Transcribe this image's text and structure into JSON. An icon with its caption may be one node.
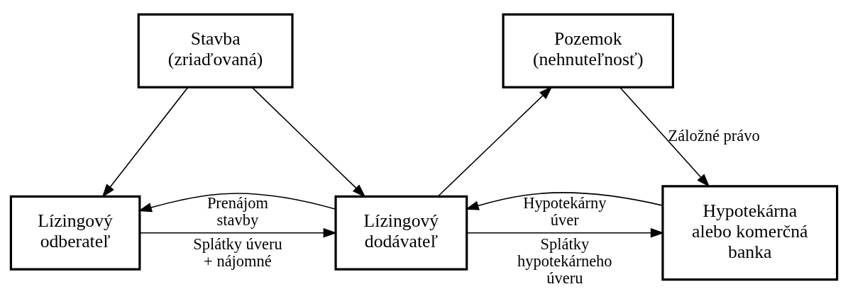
{
  "diagram": {
    "nodes": [
      {
        "text": [
          "Lízingový odberateľ"
        ]
      },
      {
        "text": [
          "Lízingový dodávateľ"
        ]
      },
      {
        "text": [
          "Hypotekárna alebo komerčná banka"
        ]
      },
      {
        "text": [
          "Stavba (zriaďovaná)"
        ]
      },
      {
        "text": [
          "Pozemok (nehnuteľnosť)"
        ]
      }
    ],
    "edges": [
      {
        "from": 1,
        "to": 0,
        "arrow": "to",
        "label": "Prenájom stavby"
      },
      {
        "from": 0,
        "to": 1,
        "arrow": "to",
        "label": "Splátky úveru + nájomné"
      },
      {
        "from": 2,
        "to": 1,
        "arrow": "to",
        "label": "Hypotekárny úver"
      },
      {
        "from": 1,
        "to": 2,
        "arrow": "to",
        "label": "Splátky hypotekárneho úveru"
      },
      {
        "from": 3,
        "to": 0,
        "arrow": "to"
      },
      {
        "from": 3,
        "to": 1,
        "arrow": "to"
      },
      {
        "from": 1,
        "to": 4,
        "arrow": "to"
      },
      {
        "from": 4,
        "to": 2,
        "arrow": "to",
        "label": "Záložné právo"
      }
    ]
  }
}
